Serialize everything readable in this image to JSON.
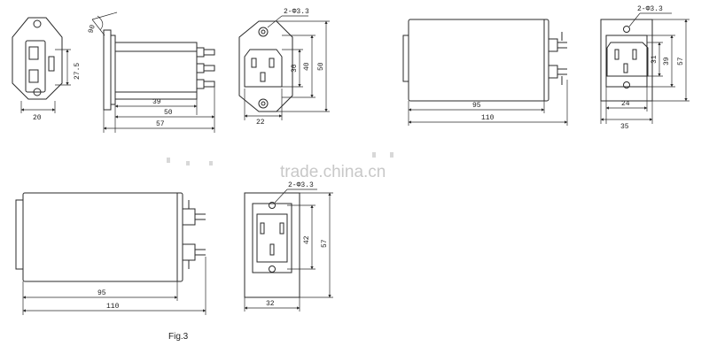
{
  "watermark": "trade.china.cn",
  "caption": "Fig.3",
  "views": {
    "front_small": {
      "width": "20",
      "slot": "27.5"
    },
    "side_small": {
      "angle": "90",
      "d1": "39",
      "d2": "50",
      "d3": "57"
    },
    "front_socket": {
      "holes": "2-Φ3.3",
      "h1": "30",
      "h2": "40",
      "h3": "50",
      "width": "22"
    },
    "box_top": {
      "d1": "95",
      "d2": "110"
    },
    "front_top_right": {
      "holes": "2-Φ3.3",
      "h1": "31",
      "h2": "39",
      "h3": "57",
      "w1": "24",
      "w2": "35"
    },
    "box_bottom": {
      "d1": "95",
      "d2": "110"
    },
    "front_bottom": {
      "holes": "2-Φ3.3",
      "h1": "42",
      "h2": "57",
      "width": "32"
    }
  }
}
